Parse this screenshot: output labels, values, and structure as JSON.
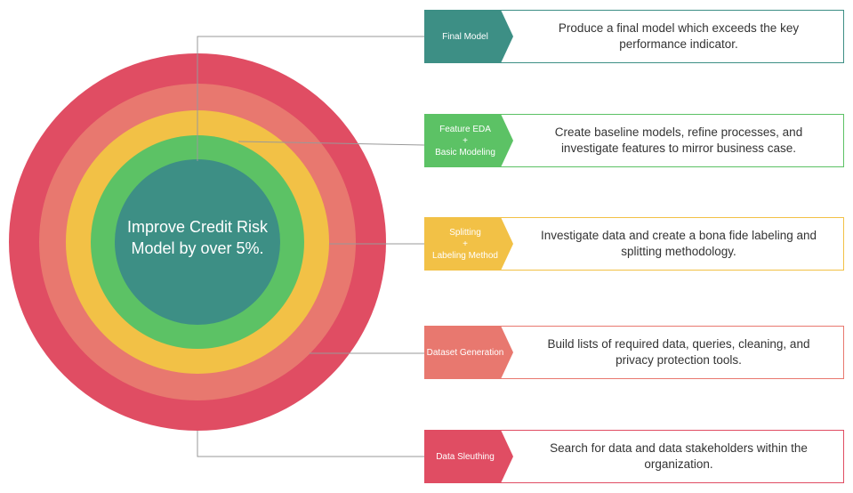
{
  "center": {
    "line1": "Improve Credit Risk",
    "line2": "Model by over 5%."
  },
  "colors": {
    "red": "#e04d63",
    "salmon": "#e8786f",
    "yellow": "#f2c146",
    "green": "#5cc265",
    "teal": "#3d8f85",
    "connector": "#999999"
  },
  "stages": [
    {
      "tag": [
        "Final Model"
      ],
      "desc": "Produce a final model which exceeds the key performance indicator.",
      "color": "#3d8f85"
    },
    {
      "tag": [
        "Feature EDA",
        "+",
        "Basic Modeling"
      ],
      "desc": "Create baseline models, refine processes, and investigate features to mirror business case.",
      "color": "#5cc265"
    },
    {
      "tag": [
        "Splitting",
        "+",
        "Labeling Method"
      ],
      "desc": "Investigate data and create a bona fide labeling and splitting methodology.",
      "color": "#f2c146"
    },
    {
      "tag": [
        "Dataset Generation"
      ],
      "desc": "Build lists of required data, queries, cleaning, and privacy protection tools.",
      "color": "#e8786f"
    },
    {
      "tag": [
        "Data Sleuthing"
      ],
      "desc": "Search for data and data stakeholders within the organization.",
      "color": "#e04d63"
    }
  ]
}
